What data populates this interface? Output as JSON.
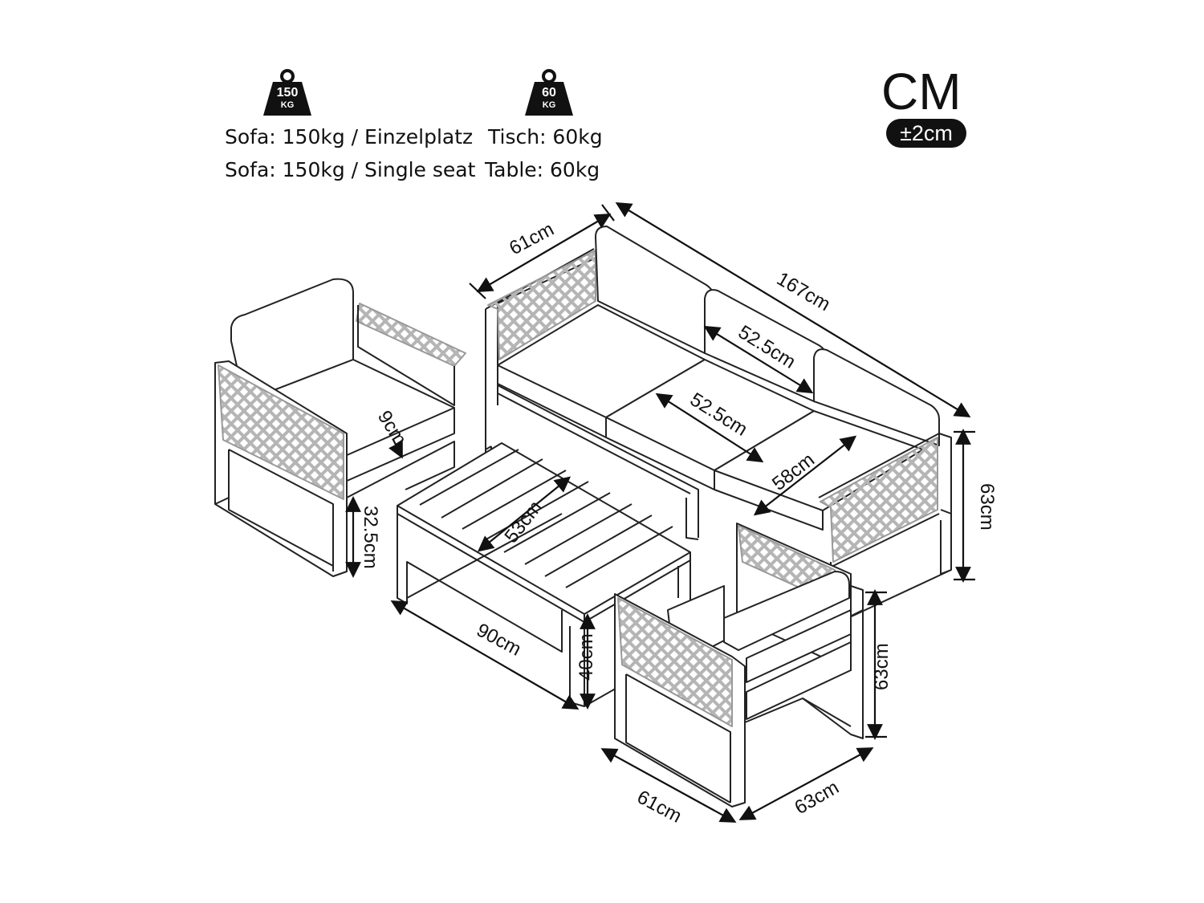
{
  "weights": [
    {
      "value": "150",
      "unit": "KG"
    },
    {
      "value": "60",
      "unit": "KG"
    }
  ],
  "captions": {
    "sofa_de": "Sofa: 150kg / Einzelplatz",
    "table_de": "Tisch: 60kg",
    "sofa_en": "Sofa: 150kg / Single seat",
    "table_en": "Table: 60kg"
  },
  "units": {
    "title": "CM",
    "tolerance": "±2cm"
  },
  "dimensions": {
    "sofa_depth": "61cm",
    "sofa_width": "167cm",
    "sofa_back_cushion": "52.5cm",
    "sofa_seat_cushion": "52.5cm",
    "sofa_seat_depth": "58cm",
    "sofa_height": "63cm",
    "chair_cushion_thickness": "9cm",
    "chair_seat_height": "32.5cm",
    "table_depth": "53cm",
    "table_length": "90cm",
    "table_height": "40cm",
    "chair_height": "63cm",
    "chair_depth": "61cm",
    "chair_width": "63cm"
  }
}
